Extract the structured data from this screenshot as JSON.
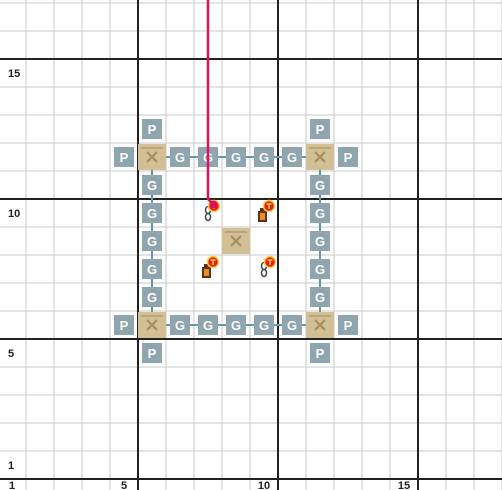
{
  "grid": {
    "min": 1,
    "max": 17,
    "major_every": 5,
    "x_labels": [
      "1",
      "5",
      "10",
      "15"
    ],
    "y_labels": [
      "1",
      "5",
      "10",
      "15"
    ],
    "colors": {
      "minor_line": "#c8c8c8",
      "major_line": "#222222",
      "label": "#222222"
    }
  },
  "tiles": {
    "crates": [
      [
        6,
        12
      ],
      [
        12,
        12
      ],
      [
        6,
        6
      ],
      [
        12,
        6
      ],
      [
        9,
        9
      ]
    ],
    "gates": [
      [
        7,
        12
      ],
      [
        8,
        12
      ],
      [
        9,
        12
      ],
      [
        10,
        12
      ],
      [
        11,
        12
      ],
      [
        7,
        6
      ],
      [
        8,
        6
      ],
      [
        9,
        6
      ],
      [
        10,
        6
      ],
      [
        11,
        6
      ],
      [
        6,
        11
      ],
      [
        6,
        10
      ],
      [
        6,
        9
      ],
      [
        6,
        8
      ],
      [
        6,
        7
      ],
      [
        12,
        11
      ],
      [
        12,
        10
      ],
      [
        12,
        9
      ],
      [
        12,
        8
      ],
      [
        12,
        7
      ]
    ],
    "pads": [
      [
        6,
        13
      ],
      [
        12,
        13
      ],
      [
        5,
        12
      ],
      [
        13,
        12
      ],
      [
        5,
        6
      ],
      [
        13,
        6
      ],
      [
        6,
        5
      ],
      [
        12,
        5
      ]
    ],
    "lanterns": [
      [
        10,
        10
      ],
      [
        8,
        8
      ]
    ],
    "chain_markers": [
      [
        8,
        10
      ],
      [
        10,
        8
      ]
    ],
    "gate_label": "G",
    "pad_label": "P",
    "colors": {
      "tile": "#8fa6b0",
      "tile_text": "#ffffff",
      "loop_line": "#5f9ea8",
      "crate": "#d3bf94",
      "crate_mark": "#a48c5e"
    }
  },
  "path": {
    "points": [
      [
        7.5,
        18
      ],
      [
        7.5,
        10
      ],
      [
        7.7,
        9.8
      ]
    ],
    "color": "#e0115f"
  }
}
